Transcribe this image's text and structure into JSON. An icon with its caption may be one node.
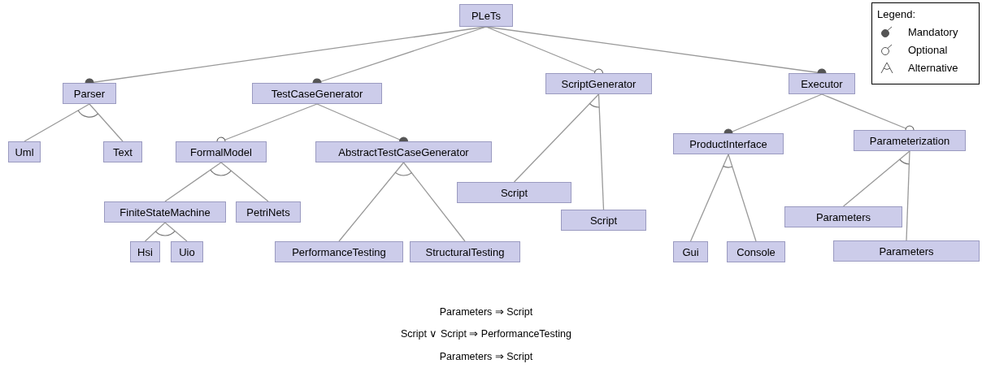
{
  "diagram": {
    "nodes": [
      {
        "text": [
          "PLeTs"
        ]
      },
      {
        "text": [
          "Parser"
        ]
      },
      {
        "text": [
          "Uml"
        ]
      },
      {
        "text": [
          "Text"
        ]
      },
      {
        "text": [
          "TestCaseGenerator"
        ]
      },
      {
        "text": [
          "FormalModel"
        ]
      },
      {
        "text": [
          "FiniteStateMachine"
        ]
      },
      {
        "text": [
          "Hsi"
        ]
      },
      {
        "text": [
          "Uio"
        ]
      },
      {
        "text": [
          "PetriNets"
        ]
      },
      {
        "text": [
          "AbstractTestCaseGenerator"
        ]
      },
      {
        "text": [
          "PerformanceTesting"
        ]
      },
      {
        "text": [
          "StructuralTesting"
        ]
      },
      {
        "text": [
          "ScriptGenerator"
        ]
      },
      {
        "text": [
          "Script"
        ]
      },
      {
        "text": [
          "Script"
        ]
      },
      {
        "text": [
          "Executor"
        ]
      },
      {
        "text": [
          "ProductInterface"
        ]
      },
      {
        "text": [
          "Gui"
        ]
      },
      {
        "text": [
          "Console"
        ]
      },
      {
        "text": [
          "Parameterization"
        ]
      },
      {
        "text": [
          "Parameters"
        ]
      },
      {
        "text": [
          "Parameters"
        ]
      }
    ],
    "edges": [
      {
        "from": 0,
        "to": 1,
        "arrow": "other"
      },
      {
        "from": 1,
        "to": 2,
        "arrow": "none"
      },
      {
        "from": 1,
        "to": 3,
        "arrow": "none"
      },
      {
        "from": 0,
        "to": 4,
        "arrow": "other"
      },
      {
        "from": 4,
        "to": 5,
        "arrow": "other"
      },
      {
        "from": 5,
        "to": 6,
        "arrow": "none"
      },
      {
        "from": 6,
        "to": 7,
        "arrow": "none"
      },
      {
        "from": 6,
        "to": 8,
        "arrow": "none"
      },
      {
        "from": 5,
        "to": 9,
        "arrow": "none"
      },
      {
        "from": 4,
        "to": 10,
        "arrow": "other"
      },
      {
        "from": 10,
        "to": 11,
        "arrow": "none"
      },
      {
        "from": 10,
        "to": 12,
        "arrow": "none"
      },
      {
        "from": 0,
        "to": 13,
        "arrow": "other"
      },
      {
        "from": 13,
        "to": 14,
        "arrow": "none"
      },
      {
        "from": 13,
        "to": 15,
        "arrow": "none"
      },
      {
        "from": 0,
        "to": 16,
        "arrow": "other"
      },
      {
        "from": 16,
        "to": 17,
        "arrow": "other"
      },
      {
        "from": 17,
        "to": 18,
        "arrow": "none"
      },
      {
        "from": 17,
        "to": 19,
        "arrow": "none"
      },
      {
        "from": 16,
        "to": 20,
        "arrow": "other"
      },
      {
        "from": 20,
        "to": 21,
        "arrow": "none"
      },
      {
        "from": 20,
        "to": 22,
        "arrow": "none"
      }
    ],
    "labels": [
      "Legend:",
      "Parameters ⇒ Script",
      "Script ∨ Script ⇒ PerformanceTesting",
      "Parameters ⇒ Script"
    ],
    "legend": [
      {
        "text": "Mandatory"
      },
      {
        "text": "Optional"
      },
      {
        "text": "Alternative"
      }
    ]
  }
}
